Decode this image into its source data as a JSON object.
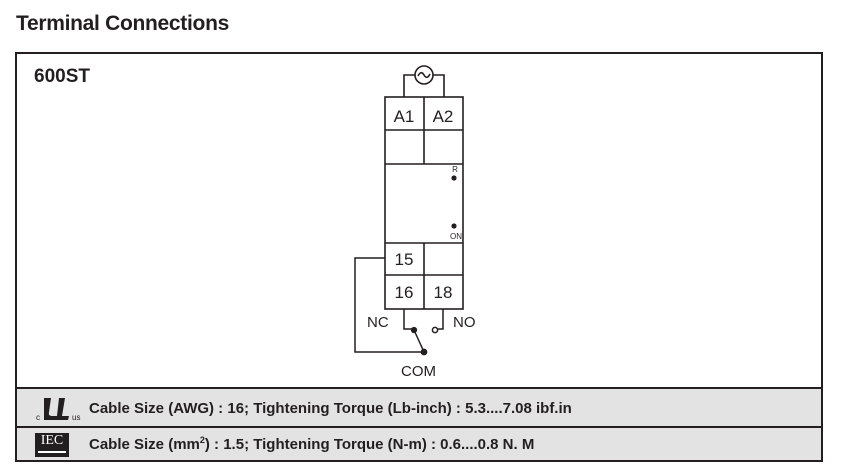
{
  "page_title": "Terminal Connections",
  "model": "600ST",
  "terminals": {
    "a1": "A1",
    "a2": "A2",
    "t15": "15",
    "t16": "16",
    "t18": "18"
  },
  "led_labels": {
    "r": "R",
    "on": "ON"
  },
  "contact_labels": {
    "nc": "NC",
    "no": "NO",
    "com": "COM"
  },
  "ul_row": {
    "logo_c": "c",
    "logo_us": "us",
    "text": "Cable Size (AWG) : 16; Tightening Torque (Lb-inch) : 5.3....7.08 ibf.in"
  },
  "iec_row": {
    "logo": "IEC",
    "text_prefix": "Cable Size (mm",
    "text_sup": "2",
    "text_suffix": ") : 1.5; Tightening Torque (N-m) : 0.6....0.8 N. M"
  },
  "icons": [
    "ac-supply-icon",
    "ul-listed-icon",
    "iec-icon"
  ]
}
